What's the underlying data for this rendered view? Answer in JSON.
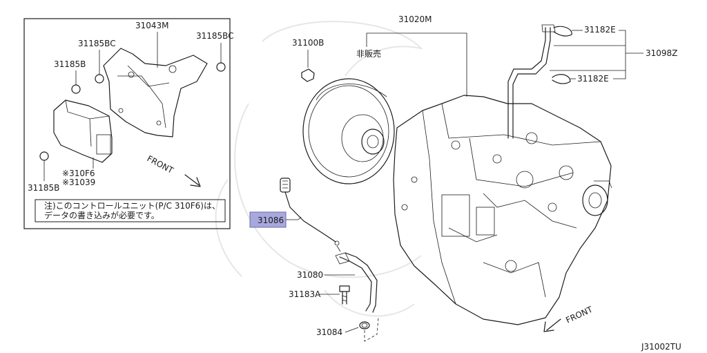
{
  "diagram_code": "J31002TU",
  "not_sold_text": "非販売",
  "inset": {
    "front_label": "FRONT",
    "note_line1": "注)このコントロールユニット(P/C 310F6)は、",
    "note_line2": "データの書き込みが必要です。",
    "parts": {
      "p31043M": "31043M",
      "p31185BC_left": "31185BC",
      "p31185BC_right": "31185BC",
      "p31185B_top": "31185B",
      "p31185B_bottom": "31185B",
      "p310F6": "※310F6",
      "p31039": "※31039"
    }
  },
  "main": {
    "front_label": "FRONT",
    "parts": {
      "p31100B": "31100B",
      "p31020M": "31020M",
      "p31182E_top": "31182E",
      "p31182E_bottom": "31182E",
      "p31098Z": "31098Z",
      "p31086": "31086",
      "p31080": "31080",
      "p31183A": "31183A",
      "p31084": "31084"
    }
  },
  "colors": {
    "highlight_fill": "#a8a8de",
    "highlight_border": "#6a6aa8",
    "line": "#1a1a1a",
    "watermark": "#e6e6e6"
  }
}
